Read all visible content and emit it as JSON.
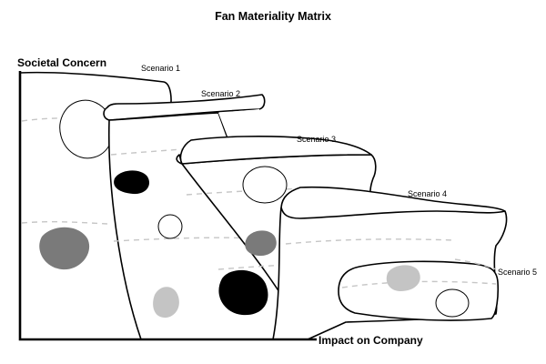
{
  "title": "Fan Materiality Matrix",
  "axes": {
    "y_label": "Societal Concern",
    "x_label": "Impact on Company"
  },
  "scenarios": [
    {
      "label": "Scenario 1"
    },
    {
      "label": "Scenario 2"
    },
    {
      "label": "Scenario 3"
    },
    {
      "label": "Scenario 4"
    },
    {
      "label": "Scenario 5"
    }
  ],
  "colors": {
    "dark_gray": "#7a7a7a",
    "black": "#000000",
    "light_gray": "#c4c4c4",
    "white": "#ffffff",
    "dash": "#c6c6c6"
  }
}
